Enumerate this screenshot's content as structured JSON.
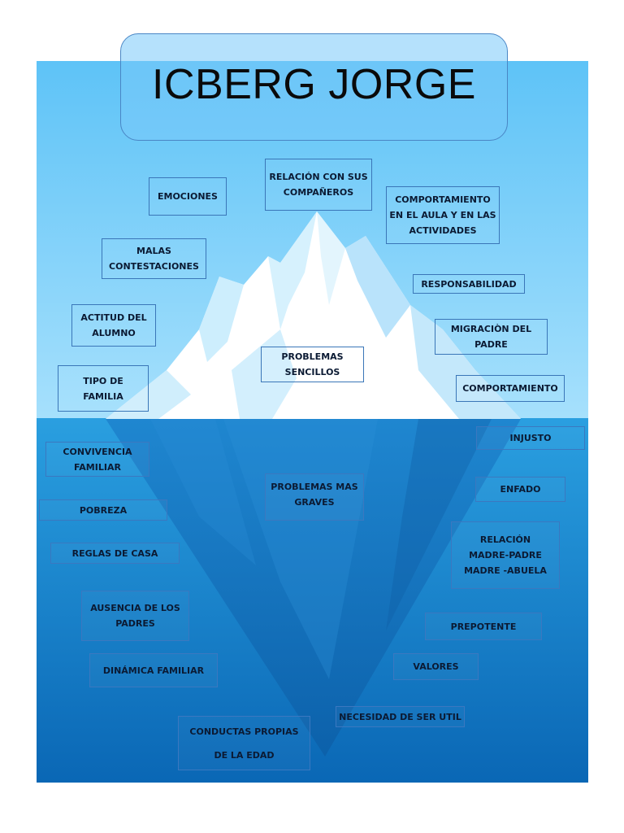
{
  "title": "ICBERG JORGE",
  "colors": {
    "sky_top": "#5ec3f7",
    "sky_bottom": "#8fd7fb",
    "water_top": "#2a9fe0",
    "water_bottom": "#0a67b5",
    "ice_light": "#ffffff",
    "ice_shadow": "#bfe6fb",
    "underwater_ice": "#1c7cc8",
    "box_border": "#3a76b8"
  },
  "above_water": {
    "labels": [
      "EMOCIONES",
      "RELACIÓN CON SUS\nCOMPAÑEROS",
      "COMPORTAMIENTO\nEN EL AULA Y EN LAS\nACTIVIDADES",
      "MALAS\nCONTESTACIONES",
      "RESPONSABILIDAD",
      "ACTITUD DEL\nALUMNO",
      "MIGRACIÒN DEL\nPADRE",
      "PROBLEMAS\nSENCILLOS",
      "TIPO DE\nFAMILIA",
      "COMPORTAMIENTO"
    ]
  },
  "below_water": {
    "labels": [
      "INJUSTO",
      "CONVIVENCIA\nFAMILIAR",
      "PROBLEMAS MAS\nGRAVES",
      "ENFADO",
      "POBREZA",
      "RELACIÓN\nMADRE-PADRE\nMADRE -ABUELA",
      "REGLAS DE CASA",
      "AUSENCIA DE LOS\nPADRES",
      "PREPOTENTE",
      "DINÁMICA FAMILIAR",
      "VALORES",
      "NECESIDAD DE SER UTIL",
      "CONDUCTAS PROPIAS\nDE LA EDAD"
    ]
  }
}
